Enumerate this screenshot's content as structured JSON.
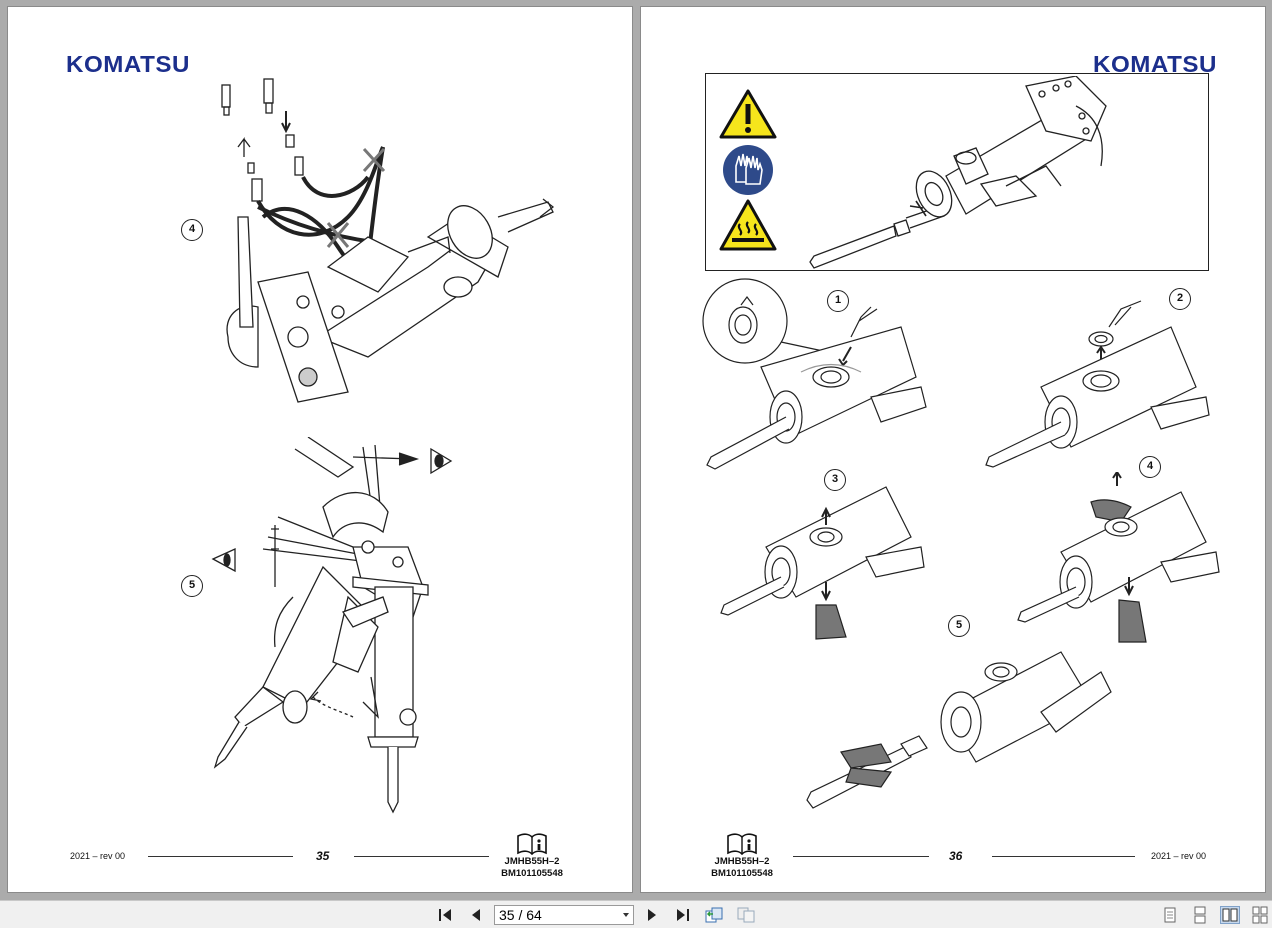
{
  "viewer": {
    "left_page": {
      "logo": "KOMATSU",
      "step_labels": [
        "4",
        "5"
      ],
      "footer": {
        "date": "2021 – rev 00",
        "page_number": "35",
        "code_line1": "JMHB55H–2",
        "code_line2": "BM101105548"
      }
    },
    "right_page": {
      "logo": "KOMATSU",
      "step_labels": [
        "1",
        "2",
        "3",
        "4",
        "5"
      ],
      "footer": {
        "date": "2021 – rev 00",
        "page_number": "36",
        "code_line1": "JMHB55H–2",
        "code_line2": "BM101105548"
      }
    }
  },
  "toolbar": {
    "page_indicator": "35 / 64",
    "icons": [
      "first-page-icon",
      "previous-page-icon",
      "next-page-icon",
      "last-page-icon",
      "go-back-icon",
      "go-forward-icon",
      "single-page-view-icon",
      "continuous-view-icon",
      "facing-view-icon",
      "continuous-facing-view-icon"
    ]
  },
  "colors": {
    "brand_blue": "#1c2f8c",
    "warning_yellow": "#f6e51c",
    "ppe_blue": "#2e4a8a",
    "viewer_bg": "#ababab"
  }
}
